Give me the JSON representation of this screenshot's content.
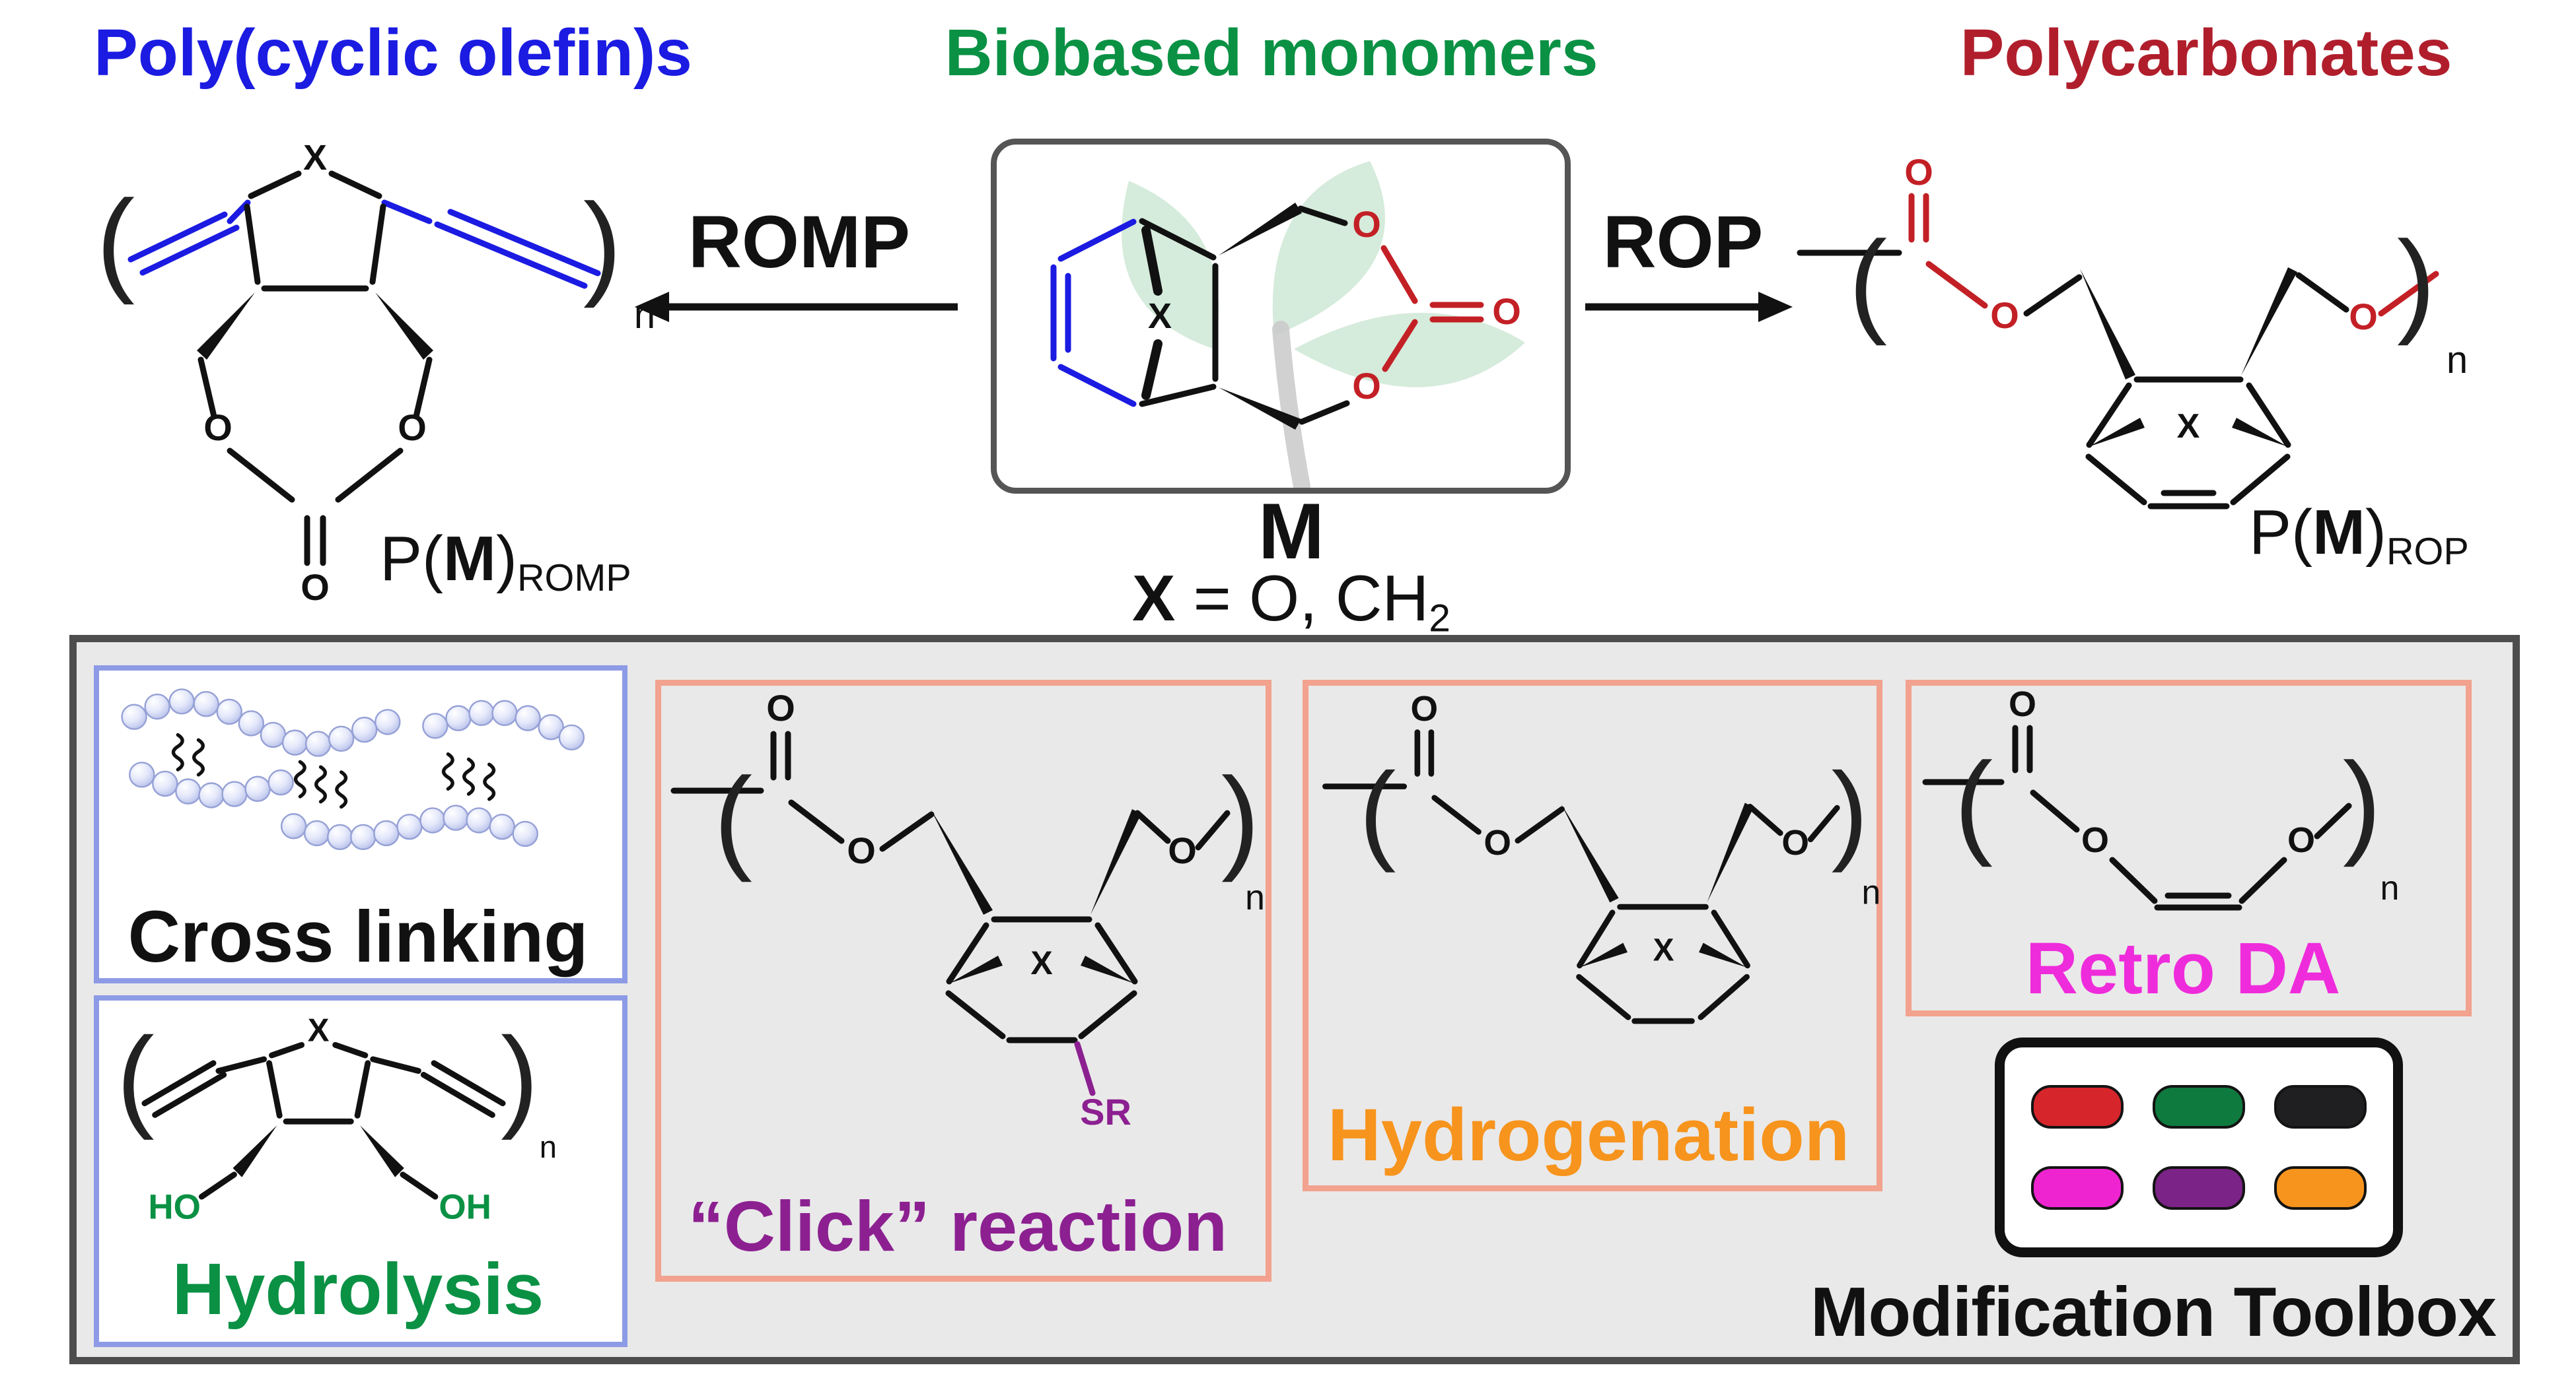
{
  "colors": {
    "blue": "#1b1be2",
    "green": "#0a9144",
    "darkred": "#b01e2c",
    "red": "#c32026",
    "purple": "#8c2091",
    "orange": "#f7941d",
    "magenta": "#ef2cdb",
    "salmon": "#f2a28e",
    "periwinkle": "#8d9be6",
    "graybox": "#e9e9e9",
    "panelborder": "#4d4d4d",
    "ink": "#111111",
    "leaf": "#bcdfc5",
    "stem": "#c9c9c9"
  },
  "header": {
    "left": "Poly(cyclic olefin)s",
    "center": "Biobased monomers",
    "right": "Polycarbonates"
  },
  "reactions": {
    "romp": "ROMP",
    "rop": "ROP"
  },
  "monomer": {
    "label": "M",
    "xdef_x": "X",
    "xdef_rest": " = O, CH",
    "xdef_sub": "2"
  },
  "products": {
    "p_open": "P(",
    "m": "M",
    "p_close": ")",
    "romp_sub": "ROMP",
    "rop_sub": "ROP"
  },
  "atoms": {
    "O": "O",
    "X": "X",
    "n": "n",
    "SR": "SR",
    "HO": "HO",
    "OH": "OH"
  },
  "brackets": {
    "open": "(",
    "close": ")"
  },
  "toolbox": {
    "crosslinking_label": "Cross linking",
    "hydrolysis_label": "Hydrolysis",
    "click_label": "“Click” reaction",
    "hydrogenation_label": "Hydrogenation",
    "retro_da_label": "Retro DA",
    "title": "Modification Toolbox",
    "pill_colors": [
      "#d7252c",
      "#0f7a3e",
      "#1f1f21",
      "#ee24d0",
      "#7b2386",
      "#f7941d"
    ]
  }
}
